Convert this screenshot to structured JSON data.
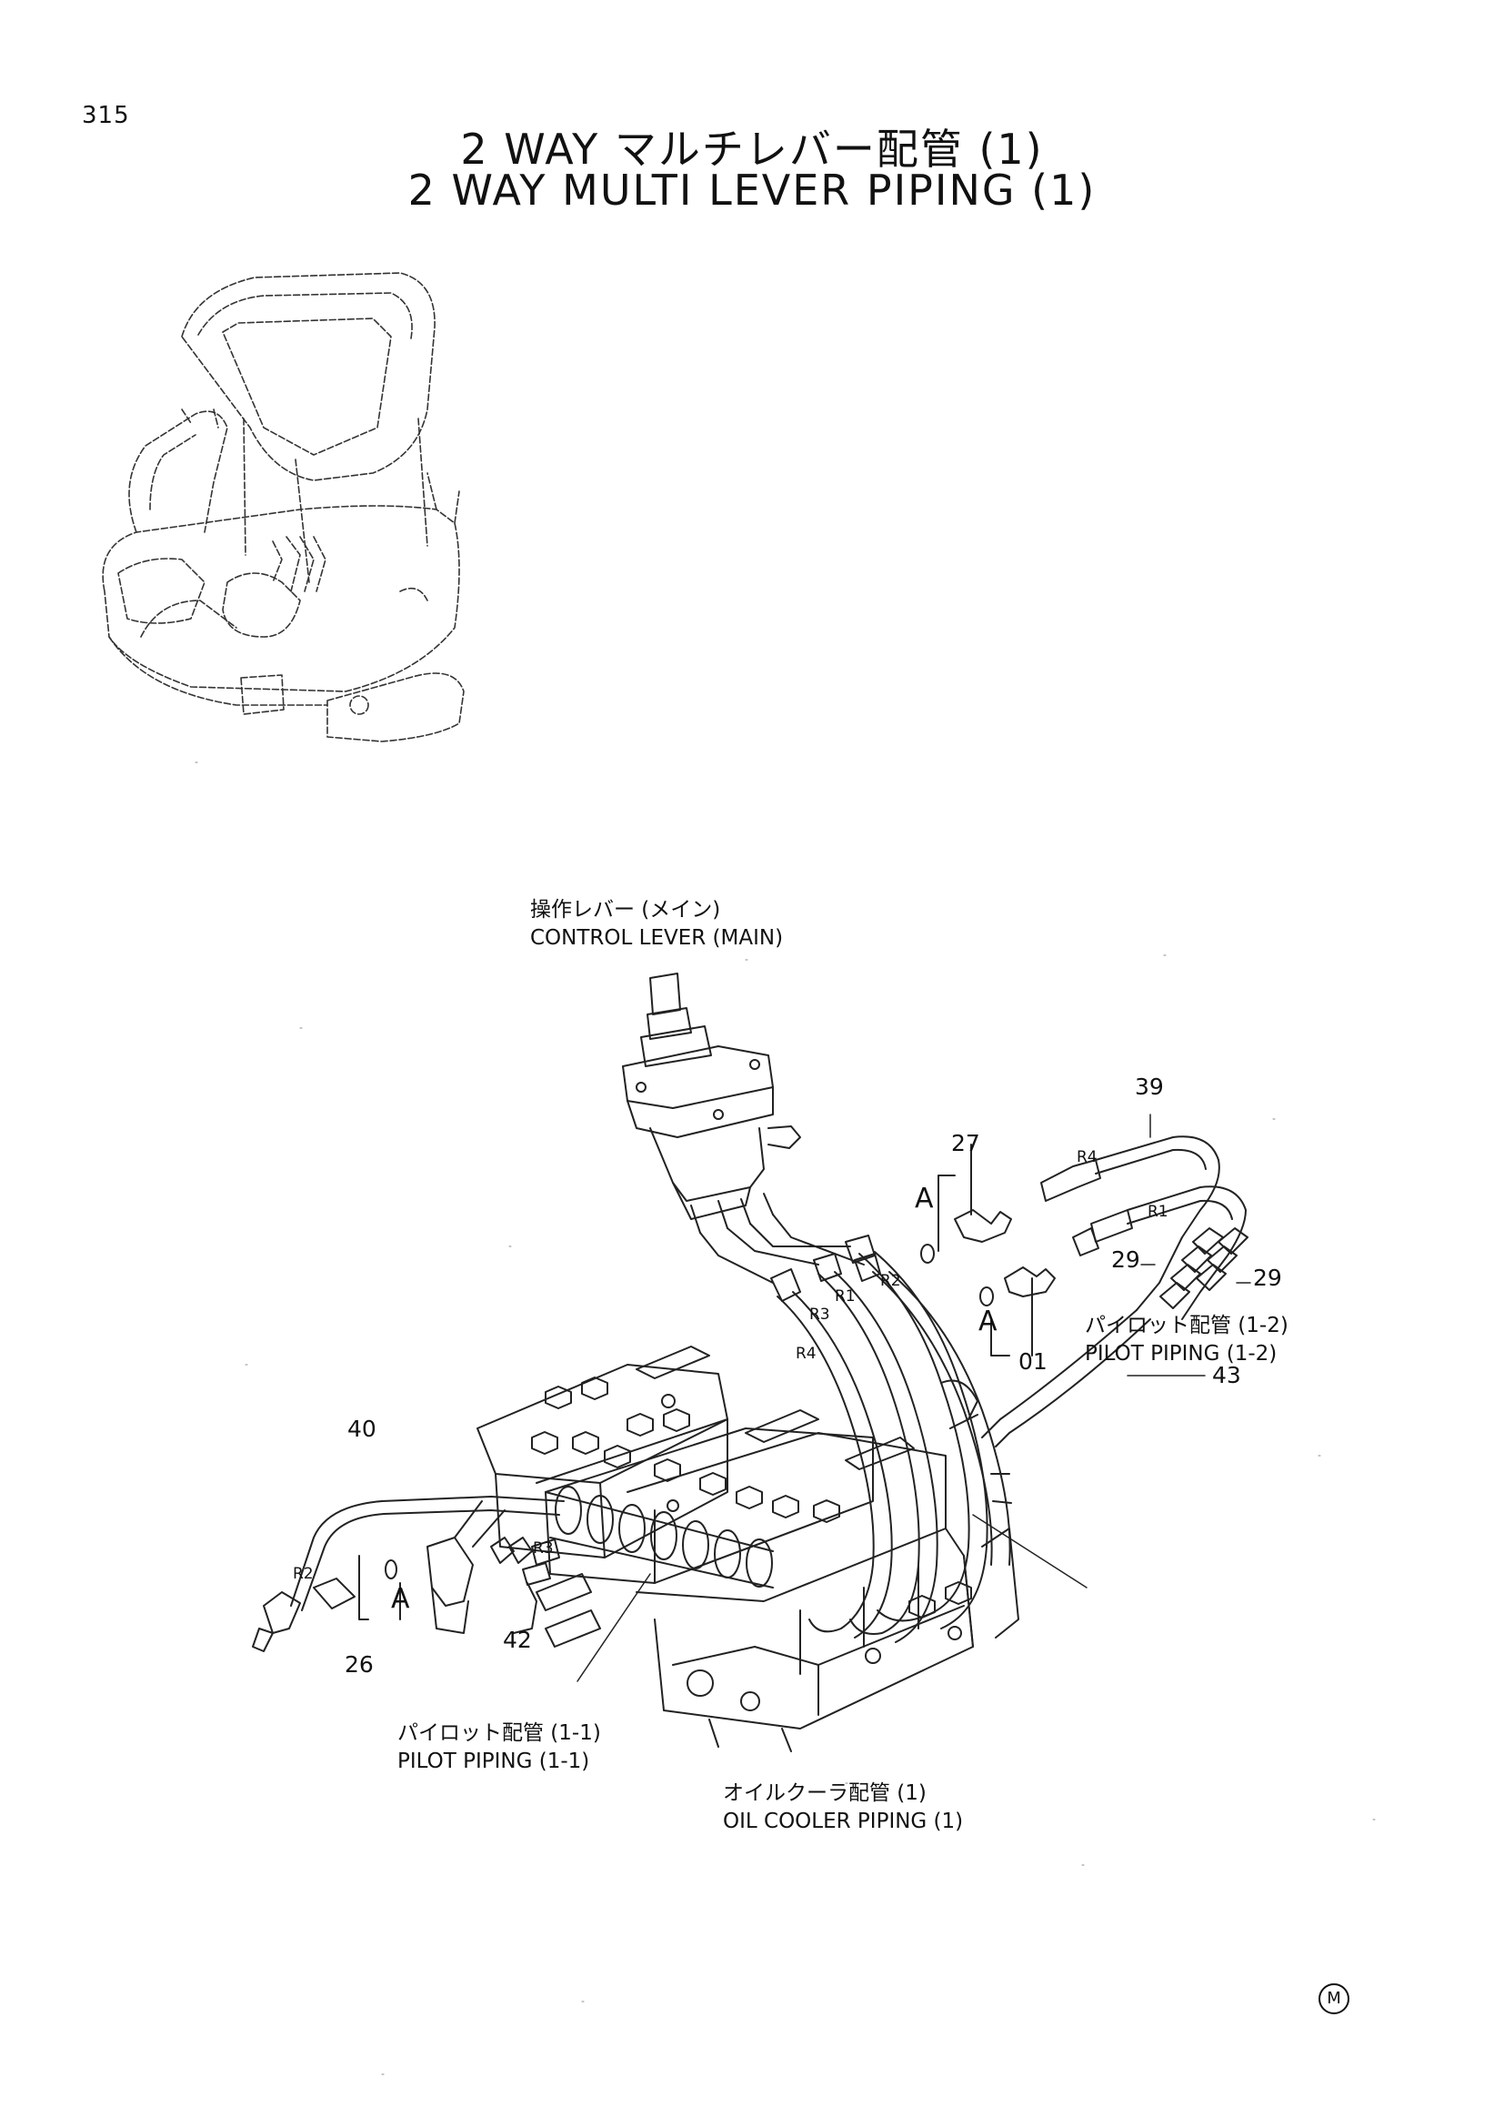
{
  "page": {
    "number": "315",
    "title_jp": "2 WAY マルチレバー配管 (1)",
    "title_en": "2 WAY MULTI LEVER PIPING (1)",
    "manufacturer_mark": "M"
  },
  "labels": {
    "control_lever": {
      "jp": "操作レバー (メイン)",
      "en": "CONTROL LEVER (MAIN)"
    },
    "pilot_piping_1_2": {
      "jp": "パイロット配管 (1-2)",
      "en": "PILOT PIPING (1-2)"
    },
    "pilot_piping_1_1": {
      "jp": "パイロット配管 (1-1)",
      "en": "PILOT PIPING (1-1)"
    },
    "oil_cooler_piping": {
      "jp": "オイルクーラ配管 (1)",
      "en": "OIL COOLER PIPING (1)"
    }
  },
  "callouts": [
    "39",
    "27",
    "29",
    "29",
    "43",
    "01",
    "40",
    "26",
    "42"
  ],
  "port_labels": [
    "R4",
    "R1",
    "R2",
    "R1",
    "R3",
    "R4",
    "R2",
    "R3"
  ],
  "section_marks": [
    "A",
    "A",
    "A"
  ]
}
